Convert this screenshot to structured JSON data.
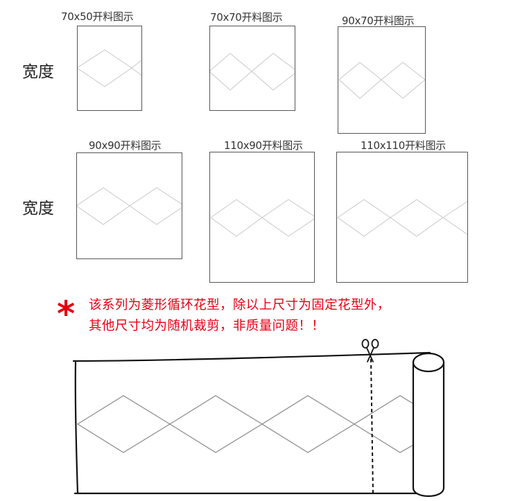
{
  "row_labels": {
    "top": "宽度",
    "bottom": "宽度"
  },
  "samples": [
    {
      "caption": "70x50开料图示"
    },
    {
      "caption": "70x70开料图示"
    },
    {
      "caption": "90x70开料图示"
    },
    {
      "caption": "90x90开料图示"
    },
    {
      "caption": "110x90开料图示"
    },
    {
      "caption": "110x110开料图示"
    }
  ],
  "note": {
    "mark": "*",
    "line1": "该系列为菱形循环花型，除以上尺寸为固定花型外，",
    "line2": "其他尺寸均为随机裁剪，非质量问题！！"
  },
  "icons": {
    "cut": "scissors-icon"
  },
  "colors": {
    "note_text": "#e60012",
    "frame_stroke": "#555555",
    "diamond_stroke": "#c8c8c8",
    "fabric_stroke": "#111111"
  }
}
